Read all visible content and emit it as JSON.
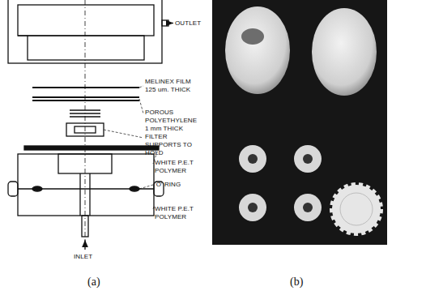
{
  "diagram": {
    "labels": [
      "OUTLET",
      "MELINEX FILM 125 um. THICK",
      "POROUS POLYETHYLENE 1 mm THICK",
      "FILTER SUPPORTS TO HOLD",
      "WHITE P.E.T POLYMER",
      "'O' RING",
      "WHITE P.E.T POLYMER",
      "INLET",
      "(a)",
      "(b)"
    ]
  }
}
